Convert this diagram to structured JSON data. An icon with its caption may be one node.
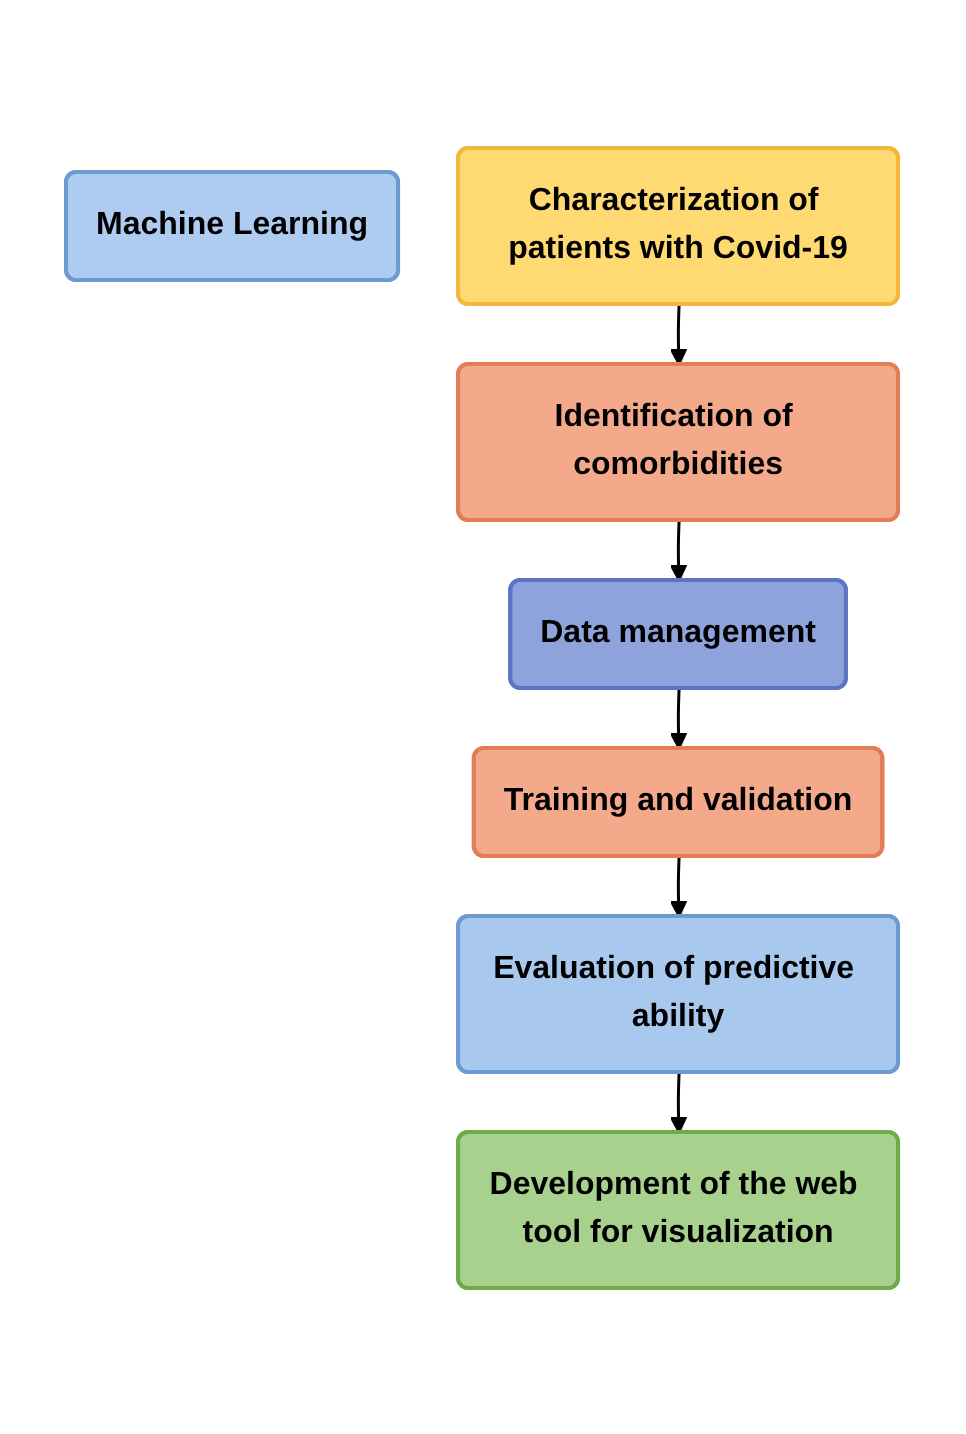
{
  "diagram": {
    "nodes": [
      {
        "text": [
          "Machine Learning"
        ]
      },
      {
        "text": [
          "Characterization of patients with Covid-19"
        ]
      },
      {
        "text": [
          "Identification of comorbidities"
        ]
      },
      {
        "text": [
          "Data management"
        ]
      },
      {
        "text": [
          "Training and validation"
        ]
      },
      {
        "text": [
          "Evaluation of predictive ability"
        ]
      },
      {
        "text": [
          "Development of the web tool for visualization"
        ]
      }
    ],
    "edges": [
      {
        "from": 1,
        "to": 2,
        "arrow": "to"
      },
      {
        "from": 2,
        "to": 3,
        "arrow": "to"
      },
      {
        "from": 3,
        "to": 4,
        "arrow": "to"
      },
      {
        "from": 4,
        "to": 5,
        "arrow": "to"
      },
      {
        "from": 5,
        "to": 6,
        "arrow": "to"
      }
    ]
  }
}
